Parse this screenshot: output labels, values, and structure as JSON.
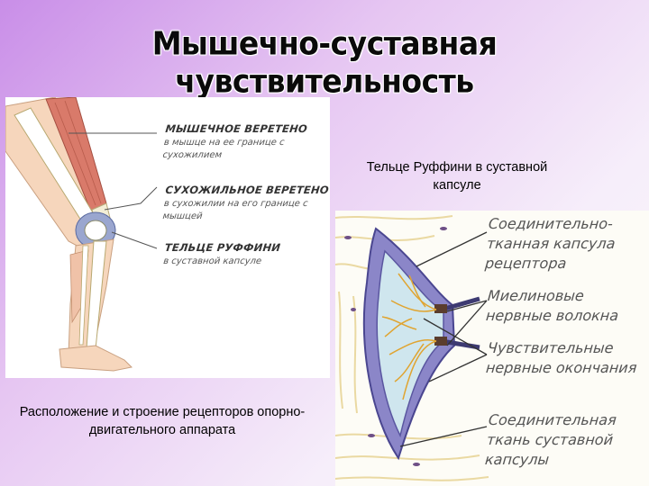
{
  "title": "Мышечно-суставная чувствительность",
  "leg_figure": {
    "labels": [
      {
        "head": "МЫШЕЧНОЕ ВЕРЕТЕНО",
        "desc": "в мышце на ее границе с сухожилием"
      },
      {
        "head": "СУХОЖИЛЬНОЕ ВЕРЕТЕНО",
        "desc": "в сухожилии на его границе с мышцей"
      },
      {
        "head": "ТЕЛЬЦЕ РУФФИНИ",
        "desc": "в суставной капсуле"
      }
    ],
    "caption": "Расположение и строение рецепторов опорно-двигательного аппарата"
  },
  "ruffini_figure": {
    "caption": "Тельце Руффини в суставной капсуле",
    "labels": [
      "Соединительно-тканная капсула рецептора",
      "Миелиновые нервные волокна",
      "Чувствительные нервные окончания",
      "Соединительная ткань суставной капсулы"
    ]
  },
  "colors": {
    "background_accent": "#c98ee8",
    "muscle": "#d97a6a",
    "skin": "#f6d6bc",
    "bone": "#ffffff",
    "joint_capsule": "#9aa6cf",
    "capsule": "#8b86c8",
    "nerve_endings": "#e0a430",
    "tissue_fiber": "#efe2ae"
  }
}
